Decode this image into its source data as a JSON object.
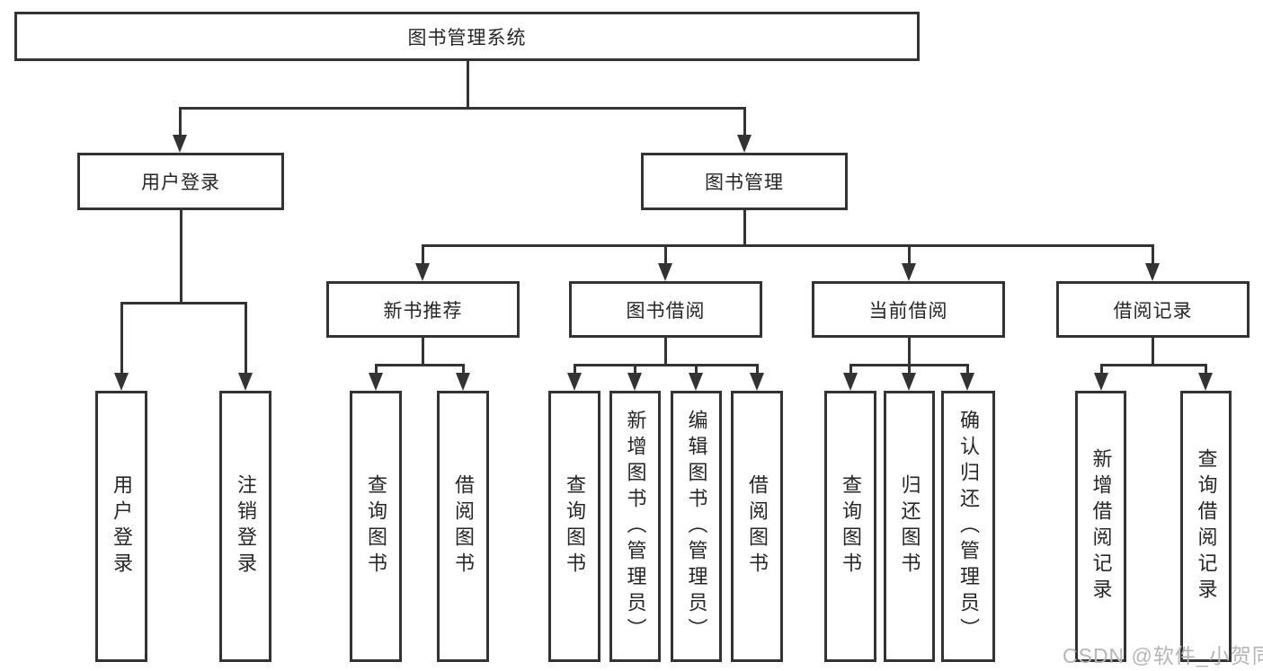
{
  "root": {
    "label": "图书管理系统"
  },
  "level2": [
    {
      "label": "用户登录"
    },
    {
      "label": "图书管理"
    }
  ],
  "level3": [
    {
      "label": "新书推荐",
      "parent": "图书管理"
    },
    {
      "label": "图书借阅",
      "parent": "图书管理"
    },
    {
      "label": "当前借阅",
      "parent": "图书管理"
    },
    {
      "label": "借阅记录",
      "parent": "图书管理"
    }
  ],
  "leaves": [
    {
      "label": "用户登录",
      "parent": "用户登录"
    },
    {
      "label": "注销登录",
      "parent": "用户登录"
    },
    {
      "label": "查询图书",
      "parent": "新书推荐"
    },
    {
      "label": "借阅图书",
      "parent": "新书推荐"
    },
    {
      "label": "查询图书",
      "parent": "图书借阅"
    },
    {
      "label": "新增图书（管理员）",
      "parent": "图书借阅"
    },
    {
      "label": "编辑图书（管理员）",
      "parent": "图书借阅"
    },
    {
      "label": "借阅图书",
      "parent": "图书借阅"
    },
    {
      "label": "查询图书",
      "parent": "当前借阅"
    },
    {
      "label": "归还图书",
      "parent": "当前借阅"
    },
    {
      "label": "确认归还（管理员）",
      "parent": "当前借阅"
    },
    {
      "label": "新增借阅记录",
      "parent": "借阅记录"
    },
    {
      "label": "查询借阅记录",
      "parent": "借阅记录"
    }
  ],
  "watermark": "CSDN @软件_小贺同学",
  "colors": {
    "line": "#333333",
    "text": "#262626",
    "background": "#ffffff",
    "watermark": "#b5b5b5"
  }
}
